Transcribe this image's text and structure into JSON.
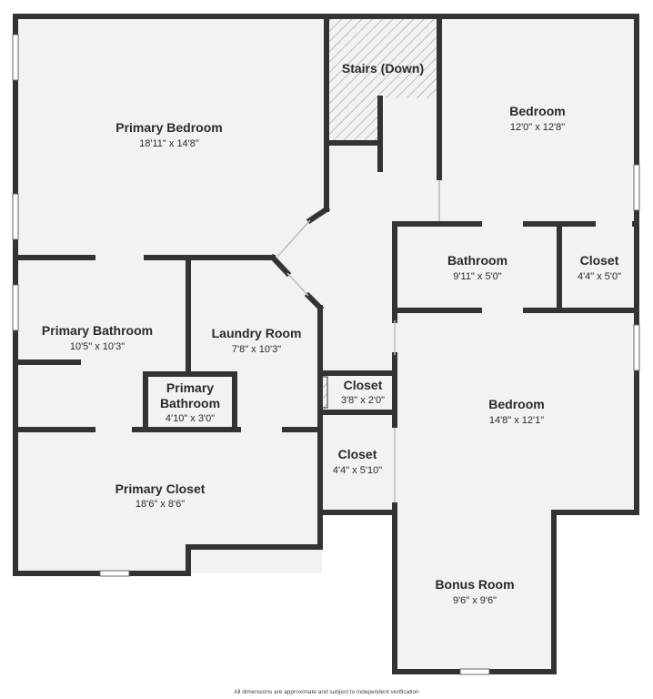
{
  "floorplan": {
    "wall_color": "#333333",
    "floor_color": "#f2f2f2",
    "stairs_hatch_color": "#aaaaaa",
    "rooms": [
      {
        "id": "primary-bedroom",
        "name": "Primary Bedroom",
        "dims": "18'11\" x 14'8\""
      },
      {
        "id": "stairs",
        "name": "Stairs (Down)",
        "dims": ""
      },
      {
        "id": "bedroom-1",
        "name": "Bedroom",
        "dims": "12'0\" x 12'8\""
      },
      {
        "id": "bathroom",
        "name": "Bathroom",
        "dims": "9'11\" x 5'0\""
      },
      {
        "id": "closet-1",
        "name": "Closet",
        "dims": "4'4\" x 5'0\""
      },
      {
        "id": "primary-bathroom",
        "name": "Primary Bathroom",
        "dims": "10'5\" x 10'3\""
      },
      {
        "id": "laundry-room",
        "name": "Laundry Room",
        "dims": "7'8\" x 10'3\""
      },
      {
        "id": "primary-bathroom-2",
        "name_line1": "Primary",
        "name_line2": "Bathroom",
        "dims": "4'10\" x 3'0\""
      },
      {
        "id": "closet-2",
        "name": "Closet",
        "dims": "3'8\" x 2'0\""
      },
      {
        "id": "bedroom-2",
        "name": "Bedroom",
        "dims": "14'8\" x 12'1\""
      },
      {
        "id": "closet-3",
        "name": "Closet",
        "dims": "4'4\" x 5'10\""
      },
      {
        "id": "primary-closet",
        "name": "Primary Closet",
        "dims": "18'6\" x 8'6\""
      },
      {
        "id": "bonus-room",
        "name": "Bonus Room",
        "dims": "9'6\" x 9'6\""
      }
    ],
    "footnote": "All dimensions are approximate and subject to independent verification"
  }
}
